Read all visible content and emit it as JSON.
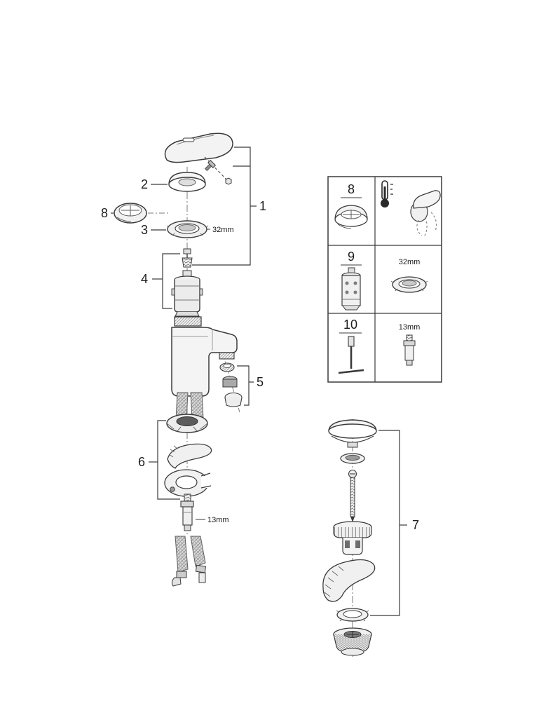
{
  "diagram": {
    "callouts": {
      "c1": "1",
      "c2": "2",
      "c3": "3",
      "c4": "4",
      "c5": "5",
      "c6": "6",
      "c7": "7",
      "c8": "8"
    },
    "dimensions": {
      "main_ring": "32mm",
      "main_valve": "13mm"
    },
    "parts_table": {
      "rows": [
        {
          "number": "8",
          "note": ""
        },
        {
          "number": "9",
          "note": "32mm"
        },
        {
          "number": "10",
          "note": "13mm"
        }
      ]
    }
  }
}
